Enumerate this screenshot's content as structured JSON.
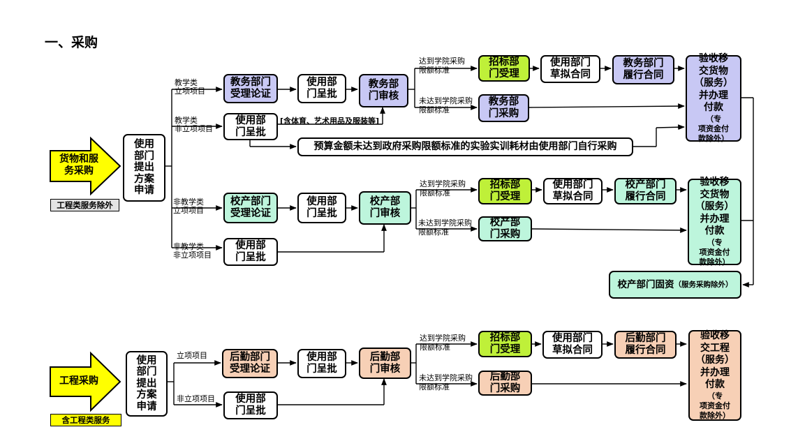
{
  "title": "一、采购",
  "goods": {
    "arrow_label": "货物和服\n务采购",
    "note": "工程类服务除外",
    "apply_box": "使用\n部门\n提出\n方案\n申请",
    "branch_teaching_project": "教学类\n立项项目",
    "branch_teaching_nonproject": "教学类\n非立项项目",
    "branch_nonteaching_project": "非教学类\n立项项目",
    "branch_nonteaching_nonproject": "非教学类\n非立项项目",
    "edu_review": "教务部门\n受理论证",
    "dept_submit": "使用部\n门呈批",
    "edu_audit": "教务部\n门审核",
    "reach_limit": "达到学院采购\n限额标准",
    "not_reach_limit": "未达到学院采购\n限额标准",
    "tender_accept": "招标部\n门受理",
    "dept_draft": "使用部门\n草拟合同",
    "edu_perform": "教务部门\n履行合同",
    "edu_purchase": "教务部\n门采购",
    "accept_goods": "验收移\n交货物\n（服务）\n并办理\n付款",
    "accept_goods_note": "（专\n项资金付\n款除外）",
    "nonproject_submit": "使用部\n门呈批",
    "nonproject_bracket": "[含体育、艺术用品及服装等]",
    "self_purchase": "预算金额未达到政府采购限额标准的实验实训耗材由使用部门自行采购",
    "asset_review": "校产部门\n受理论证",
    "asset_audit": "校产部\n门审核",
    "asset_perform": "校产部门\n履行合同",
    "asset_purchase": "校产部\n门采购",
    "fixed_asset": "校产部门固资",
    "fixed_asset_note": "（服务采购除外）"
  },
  "engineering": {
    "arrow_label": "工程采购",
    "note": "含工程类服务",
    "apply_box": "使用\n部门\n提出\n方案\n申请",
    "branch_project": "立项项目",
    "branch_nonproject": "非立项项目",
    "logistics_review": "后勤部门\n受理论证",
    "logistics_audit": "后勤部\n门审核",
    "logistics_perform": "后勤部门\n履行合同",
    "logistics_purchase": "后勤部\n门采购",
    "accept_project": "验收移\n交工程\n（服务）\n并办理\n付款",
    "accept_project_note": "（专\n项资金付\n款除外）"
  },
  "colors": {
    "purple": "#c8c8f4",
    "green": "#bdf5dc",
    "lime": "#bff039",
    "peach": "#f7d0b6",
    "yellow_arrow": "#ffff00"
  }
}
